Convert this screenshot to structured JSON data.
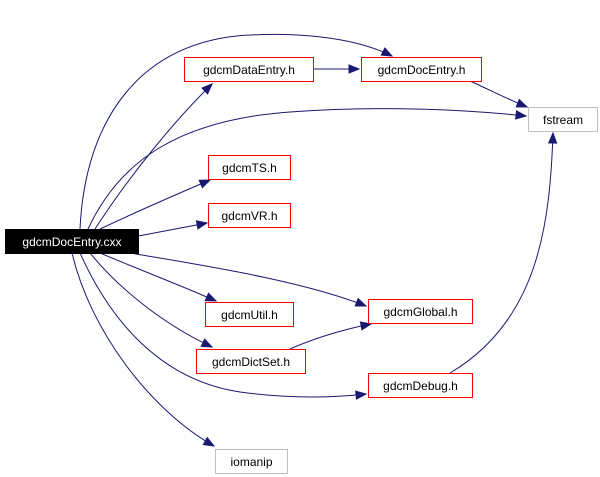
{
  "colors": {
    "edge": "#191970",
    "root_fill": "#000000",
    "root_text": "#ffffff",
    "documented_border": "#ff0000",
    "external_border": "#bfbfbf",
    "text": "#000000"
  },
  "nodes": [
    {
      "id": "gdcmDocEntry_cxx",
      "label": "gdcmDocEntry.cxx",
      "kind": "root"
    },
    {
      "id": "gdcmDataEntry_h",
      "label": "gdcmDataEntry.h",
      "kind": "documented"
    },
    {
      "id": "gdcmDocEntry_h",
      "label": "gdcmDocEntry.h",
      "kind": "documented"
    },
    {
      "id": "fstream",
      "label": "fstream",
      "kind": "external"
    },
    {
      "id": "gdcmTS_h",
      "label": "gdcmTS.h",
      "kind": "documented"
    },
    {
      "id": "gdcmVR_h",
      "label": "gdcmVR.h",
      "kind": "documented"
    },
    {
      "id": "gdcmGlobal_h",
      "label": "gdcmGlobal.h",
      "kind": "documented"
    },
    {
      "id": "gdcmUtil_h",
      "label": "gdcmUtil.h",
      "kind": "documented"
    },
    {
      "id": "gdcmDictSet_h",
      "label": "gdcmDictSet.h",
      "kind": "documented"
    },
    {
      "id": "gdcmDebug_h",
      "label": "gdcmDebug.h",
      "kind": "documented"
    },
    {
      "id": "iomanip",
      "label": "iomanip",
      "kind": "external"
    }
  ],
  "edges": [
    {
      "from": "gdcmDocEntry_cxx",
      "to": "gdcmDataEntry_h"
    },
    {
      "from": "gdcmDocEntry_cxx",
      "to": "gdcmDocEntry_h"
    },
    {
      "from": "gdcmDocEntry_cxx",
      "to": "fstream"
    },
    {
      "from": "gdcmDocEntry_cxx",
      "to": "gdcmTS_h"
    },
    {
      "from": "gdcmDocEntry_cxx",
      "to": "gdcmVR_h"
    },
    {
      "from": "gdcmDocEntry_cxx",
      "to": "gdcmGlobal_h"
    },
    {
      "from": "gdcmDocEntry_cxx",
      "to": "gdcmUtil_h"
    },
    {
      "from": "gdcmDocEntry_cxx",
      "to": "gdcmDictSet_h"
    },
    {
      "from": "gdcmDocEntry_cxx",
      "to": "gdcmDebug_h"
    },
    {
      "from": "gdcmDocEntry_cxx",
      "to": "iomanip"
    },
    {
      "from": "gdcmDataEntry_h",
      "to": "gdcmDocEntry_h"
    },
    {
      "from": "gdcmDocEntry_h",
      "to": "fstream"
    },
    {
      "from": "gdcmDictSet_h",
      "to": "gdcmGlobal_h"
    },
    {
      "from": "gdcmDebug_h",
      "to": "fstream"
    }
  ]
}
